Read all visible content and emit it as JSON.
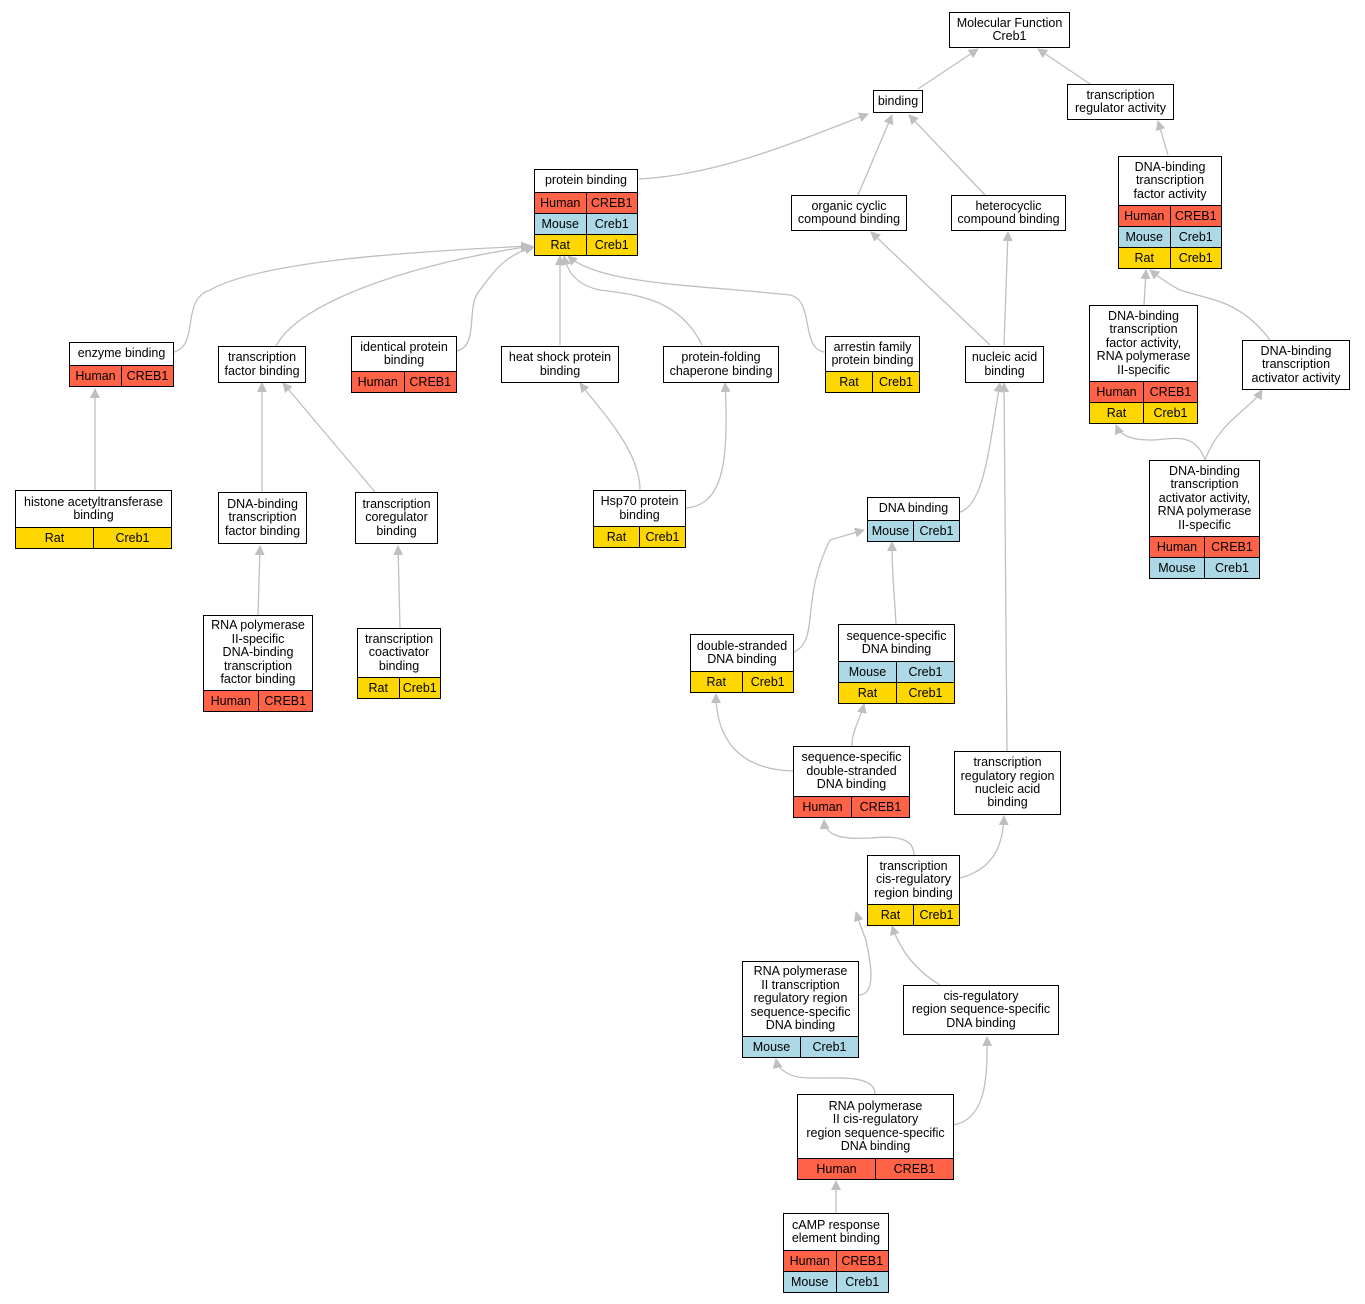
{
  "colors": {
    "human": "#ff6347",
    "mouse": "#add8e6",
    "rat": "#ffd700",
    "edge": "#bfbfbf",
    "border": "#000000"
  },
  "nodes": [
    {
      "id": "mf",
      "label": "Molecular Function\nCreb1",
      "rows": []
    },
    {
      "id": "binding",
      "label": "binding",
      "rows": []
    },
    {
      "id": "tra",
      "label": "transcription\nregulator activity",
      "rows": []
    },
    {
      "id": "pb",
      "label": "protein binding",
      "rows": [
        {
          "species": "Human",
          "gene": "CREB1"
        },
        {
          "species": "Mouse",
          "gene": "Creb1"
        },
        {
          "species": "Rat",
          "gene": "Creb1"
        }
      ]
    },
    {
      "id": "ocb",
      "label": "organic cyclic\ncompound binding",
      "rows": []
    },
    {
      "id": "hcb",
      "label": "heterocyclic\ncompound binding",
      "rows": []
    },
    {
      "id": "dbtfa",
      "label": "DNA-binding\ntranscription\nfactor activity",
      "rows": [
        {
          "species": "Human",
          "gene": "CREB1"
        },
        {
          "species": "Mouse",
          "gene": "Creb1"
        },
        {
          "species": "Rat",
          "gene": "Creb1"
        }
      ]
    },
    {
      "id": "eb",
      "label": "enzyme binding",
      "rows": [
        {
          "species": "Human",
          "gene": "CREB1"
        }
      ]
    },
    {
      "id": "tfb",
      "label": "transcription\nfactor binding",
      "rows": []
    },
    {
      "id": "ipb",
      "label": "identical protein\nbinding",
      "rows": [
        {
          "species": "Human",
          "gene": "CREB1"
        }
      ]
    },
    {
      "id": "hspb",
      "label": "heat shock protein\nbinding",
      "rows": []
    },
    {
      "id": "pfcb",
      "label": "protein-folding\nchaperone binding",
      "rows": []
    },
    {
      "id": "afpb",
      "label": "arrestin family\nprotein binding",
      "rows": [
        {
          "species": "Rat",
          "gene": "Creb1"
        }
      ]
    },
    {
      "id": "nab",
      "label": "nucleic acid\nbinding",
      "rows": []
    },
    {
      "id": "dbtfa2",
      "label": "DNA-binding\ntranscription\nfactor activity,\nRNA polymerase\nII-specific",
      "rows": [
        {
          "species": "Human",
          "gene": "CREB1"
        },
        {
          "species": "Rat",
          "gene": "Creb1"
        }
      ]
    },
    {
      "id": "dbtaa",
      "label": "DNA-binding\ntranscription\nactivator activity",
      "rows": []
    },
    {
      "id": "hatb",
      "label": "histone acetyltransferase\nbinding",
      "rows": [
        {
          "species": "Rat",
          "gene": "Creb1"
        }
      ]
    },
    {
      "id": "dbtfb",
      "label": "DNA-binding\ntranscription\nfactor binding",
      "rows": []
    },
    {
      "id": "tcb",
      "label": "transcription\ncoregulator\nbinding",
      "rows": []
    },
    {
      "id": "hsp70",
      "label": "Hsp70 protein\nbinding",
      "rows": [
        {
          "species": "Rat",
          "gene": "Creb1"
        }
      ]
    },
    {
      "id": "dnab",
      "label": "DNA binding",
      "rows": [
        {
          "species": "Mouse",
          "gene": "Creb1"
        }
      ]
    },
    {
      "id": "dbtaa2",
      "label": "DNA-binding\ntranscription\nactivator activity,\nRNA polymerase\nII-specific",
      "rows": [
        {
          "species": "Human",
          "gene": "CREB1"
        },
        {
          "species": "Mouse",
          "gene": "Creb1"
        }
      ]
    },
    {
      "id": "rnapdbtfb",
      "label": "RNA polymerase\nII-specific\nDNA-binding\ntranscription\nfactor binding",
      "rows": [
        {
          "species": "Human",
          "gene": "CREB1"
        }
      ]
    },
    {
      "id": "tcab",
      "label": "transcription\ncoactivator\nbinding",
      "rows": [
        {
          "species": "Rat",
          "gene": "Creb1"
        }
      ]
    },
    {
      "id": "dsdna",
      "label": "double-stranded\nDNA binding",
      "rows": [
        {
          "species": "Rat",
          "gene": "Creb1"
        }
      ]
    },
    {
      "id": "ssdna",
      "label": "sequence-specific\nDNA binding",
      "rows": [
        {
          "species": "Mouse",
          "gene": "Creb1"
        },
        {
          "species": "Rat",
          "gene": "Creb1"
        }
      ]
    },
    {
      "id": "ssdsdna",
      "label": "sequence-specific\ndouble-stranded\nDNA binding",
      "rows": [
        {
          "species": "Human",
          "gene": "CREB1"
        }
      ]
    },
    {
      "id": "trrnab",
      "label": "transcription\nregulatory region\nnucleic acid\nbinding",
      "rows": []
    },
    {
      "id": "tcrrb",
      "label": "transcription\ncis-regulatory\nregion binding",
      "rows": [
        {
          "species": "Rat",
          "gene": "Creb1"
        }
      ]
    },
    {
      "id": "rnap2trr",
      "label": "RNA polymerase\nII transcription\nregulatory region\nsequence-specific\nDNA binding",
      "rows": [
        {
          "species": "Mouse",
          "gene": "Creb1"
        }
      ]
    },
    {
      "id": "crrss",
      "label": "cis-regulatory\nregion sequence-specific\nDNA binding",
      "rows": []
    },
    {
      "id": "rnap2crr",
      "label": "RNA polymerase\nII cis-regulatory\nregion sequence-specific\nDNA binding",
      "rows": [
        {
          "species": "Human",
          "gene": "CREB1"
        }
      ]
    },
    {
      "id": "camp",
      "label": "cAMP response\nelement binding",
      "rows": [
        {
          "species": "Human",
          "gene": "CREB1"
        },
        {
          "species": "Mouse",
          "gene": "Creb1"
        }
      ]
    }
  ]
}
